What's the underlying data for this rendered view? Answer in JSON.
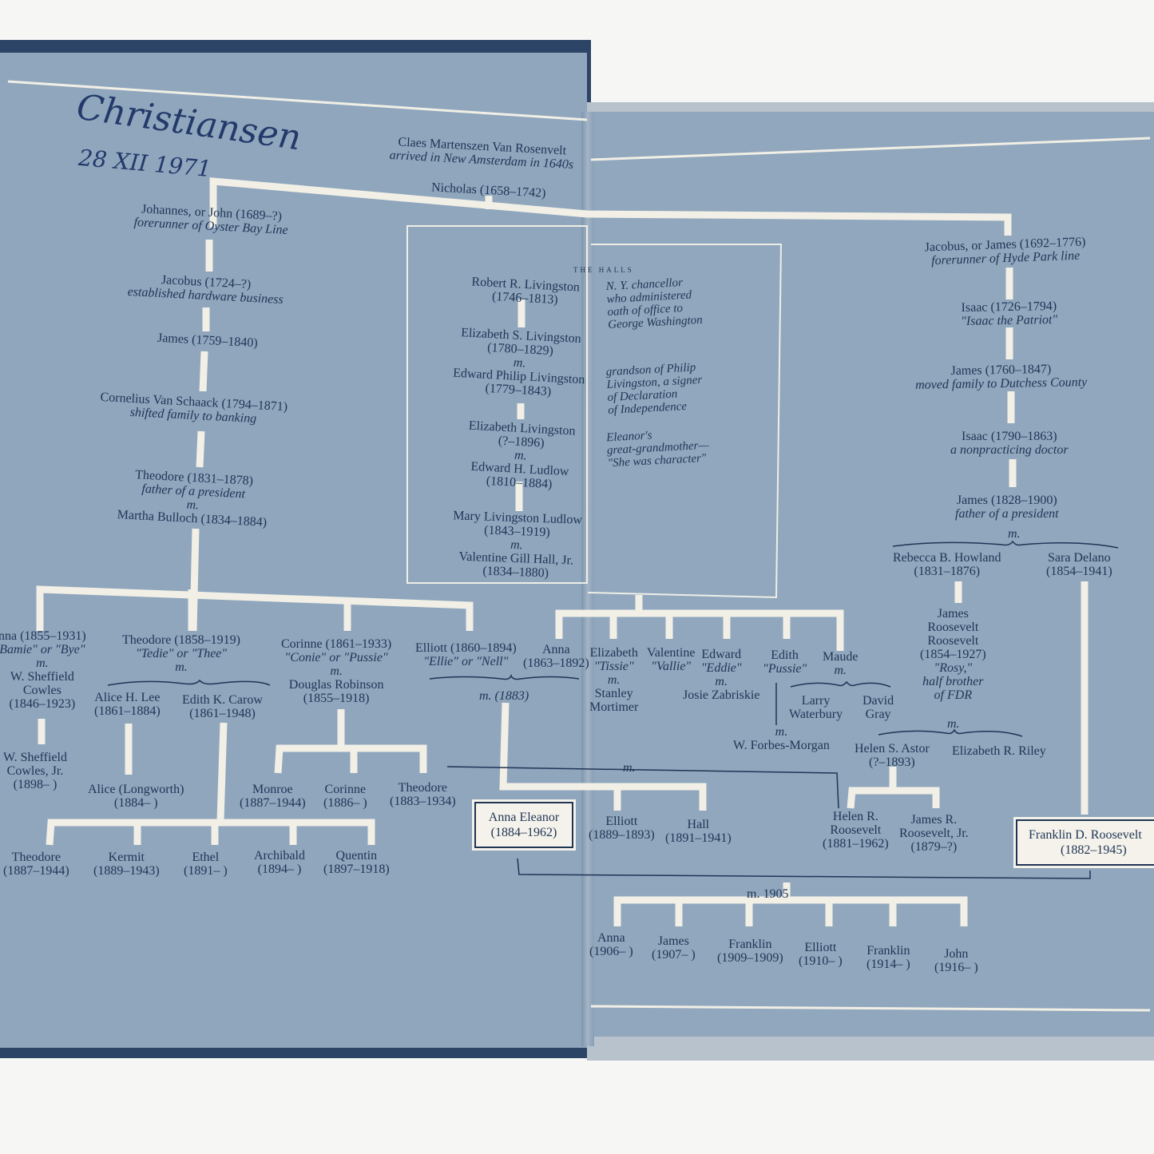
{
  "handwriting": {
    "name": "Christiansen",
    "date": "28 XII 1971"
  },
  "top": {
    "claes": [
      "Claes Martenszen Van Rosenvelt",
      "arrived in New Amsterdam in 1640s"
    ],
    "nicholas": "Nicholas (1658–1742)"
  },
  "oyster_bay": [
    [
      "Johannes, or John (1689–?)",
      "forerunner of Oyster Bay Line"
    ],
    [
      "Jacobus (1724–?)",
      "established hardware business"
    ],
    [
      "James (1759–1840)"
    ],
    [
      "Cornelius Van Schaack (1794–1871)",
      "shifted family to banking"
    ],
    [
      "Theodore (1831–1878)",
      "father of a president",
      "m.",
      "Martha Bulloch (1834–1884)"
    ]
  ],
  "halls": {
    "label": "THE HALLS",
    "people": [
      [
        "Robert R. Livingston",
        "(1746–1813)"
      ],
      [
        "Elizabeth S. Livingston",
        "(1780–1829)",
        "m.",
        "Edward Philip Livingston",
        "(1779–1843)"
      ],
      [
        "Elizabeth Livingston",
        "(?–1896)",
        "m.",
        "Edward H. Ludlow",
        "(1810–1884)"
      ],
      [
        "Mary Livingston Ludlow",
        "(1843–1919)",
        "m.",
        "Valentine Gill Hall, Jr.",
        "(1834–1880)"
      ]
    ],
    "notes": [
      [
        "N. Y. chancellor",
        "who administered",
        "oath of office to",
        "George Washington"
      ],
      [
        "grandson of Philip",
        "Livingston, a signer",
        "of Declaration",
        "of Independence"
      ],
      [
        "Eleanor's",
        "great-grandmother—",
        "\"She was character\""
      ]
    ]
  },
  "hyde_park": [
    [
      "Jacobus, or James (1692–1776)",
      "forerunner of Hyde Park line"
    ],
    [
      "Isaac (1726–1794)",
      "\"Isaac the Patriot\""
    ],
    [
      "James (1760–1847)",
      "moved family to Dutchess County"
    ],
    [
      "Isaac (1790–1863)",
      "a nonpracticing doctor"
    ],
    [
      "James (1828–1900)",
      "father of a president"
    ]
  ],
  "james_m": "m.",
  "rebecca": [
    "Rebecca B. Howland",
    "(1831–1876)"
  ],
  "sara": [
    "Sara Delano",
    "(1854–1941)"
  ],
  "rosy": [
    "James",
    "Roosevelt",
    "Roosevelt",
    "(1854–1927)",
    "\"Rosy,\"",
    "half brother",
    "of FDR"
  ],
  "rosy_m": "m.",
  "helen_astor": [
    "Helen S. Astor",
    "(?–1893)"
  ],
  "elizabeth_riley": "Elizabeth R. Riley",
  "theodore_children": {
    "anna": [
      "nna (1855–1931)",
      "Bamie\" or \"Bye\"",
      "m.",
      "W. Sheffield",
      "Cowles",
      "(1846–1923)"
    ],
    "cowles_jr": [
      "W. Sheffield",
      "Cowles, Jr.",
      "(1898–   )"
    ],
    "theodore": [
      "Theodore (1858–1919)",
      "\"Tedie\" or \"Thee\"",
      "m."
    ],
    "alice_lee": [
      "Alice H. Lee",
      "(1861–1884)"
    ],
    "edith": [
      "Edith K. Carow",
      "(1861–1948)"
    ],
    "alice_l": [
      "Alice (Longworth)",
      "(1884–   )"
    ],
    "corinne": [
      "Corinne (1861–1933)",
      "\"Conie\" or \"Pussie\"",
      "m.",
      "Douglas Robinson",
      "(1855–1918)"
    ],
    "elliott": [
      "Elliott (1860–1894)",
      "\"Ellie\" or \"Nell\""
    ],
    "elliott_m": "m. (1883)"
  },
  "robinson_kids": [
    [
      "Monroe",
      "(1887–1944)"
    ],
    [
      "Corinne",
      "(1886–   )"
    ],
    [
      "Theodore",
      "(1883–1934)"
    ]
  ],
  "tr_kids": [
    [
      "Theodore",
      "(1887–1944)"
    ],
    [
      "Kermit",
      "(1889–1943)"
    ],
    [
      "Ethel",
      "(1891–   )"
    ],
    [
      "Archibald",
      "(1894–   )"
    ],
    [
      "Quentin",
      "(1897–1918)"
    ]
  ],
  "hall_kids": [
    [
      "Anna",
      "(1863–1892)"
    ],
    [
      "Elizabeth",
      "\"Tissie\"",
      "m.",
      "Stanley",
      "Mortimer"
    ],
    [
      "Valentine",
      "\"Vallie\""
    ],
    [
      "Edward",
      "\"Eddie\"",
      "m.",
      "Josie Zabriskie"
    ],
    [
      "Edith",
      "\"Pussie\""
    ],
    [
      "Maude",
      "m."
    ]
  ],
  "maude_spouses": [
    [
      "Larry",
      "Waterbury"
    ],
    [
      "David",
      "Gray"
    ]
  ],
  "forbes": [
    "m.",
    "W. Forbes-Morgan"
  ],
  "elliott_kids": [
    [
      "Elliott",
      "(1889–1893)"
    ],
    [
      "Hall",
      "(1891–1941)"
    ]
  ],
  "eleanor": [
    "Anna Eleanor",
    "(1884–1962)"
  ],
  "rosy_kids": [
    [
      "Helen R.",
      "Roosevelt",
      "(1881–1962)"
    ],
    [
      "James R.",
      "Roosevelt, Jr.",
      "(1879–?)"
    ]
  ],
  "helen_m": "m.",
  "fdr": [
    "Franklin D. Roosevelt",
    "(1882–1945)"
  ],
  "marriage_1905": "m. 1905",
  "fdr_kids": [
    [
      "Anna",
      "(1906–   )"
    ],
    [
      "James",
      "(1907–   )"
    ],
    [
      "Franklin",
      "(1909–1909)"
    ],
    [
      "Elliott",
      "(1910–   )"
    ],
    [
      "Franklin",
      "(1914–   )"
    ],
    [
      "John",
      "(1916–   )"
    ]
  ],
  "colors": {
    "page": "#8fa6bd",
    "ink": "#1f3556",
    "line": "#f1efe6",
    "cover": "#2c4566"
  }
}
